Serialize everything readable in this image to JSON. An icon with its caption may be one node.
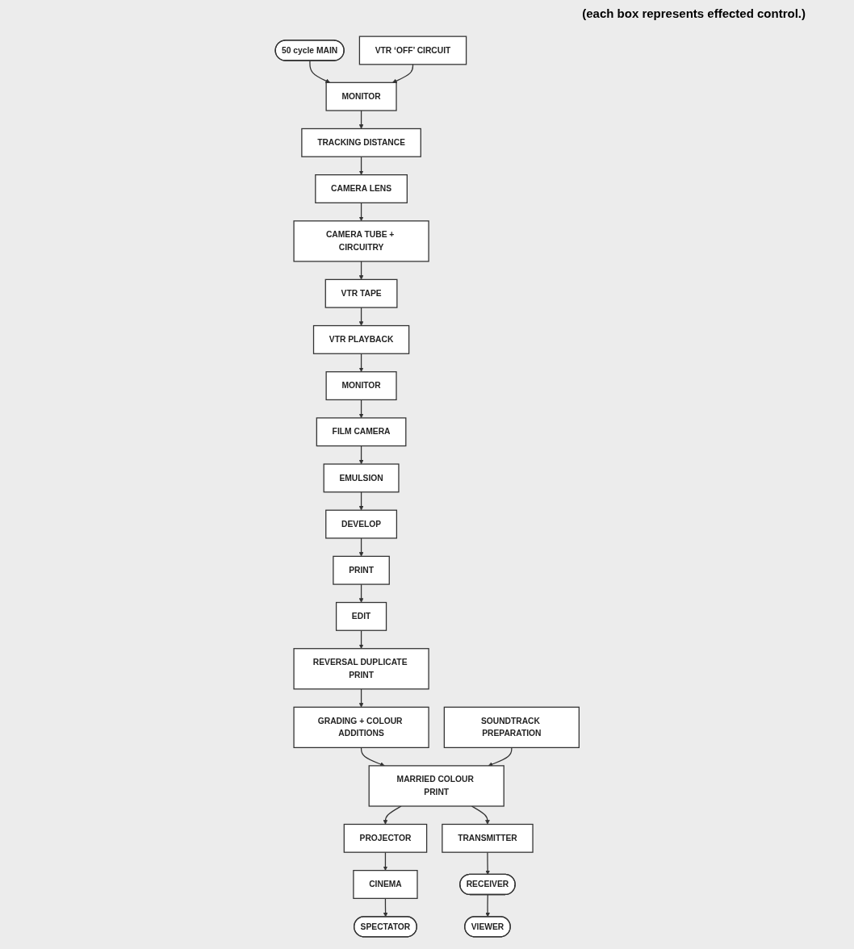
{
  "diagram": {
    "nodes": [
      {
        "text": [
          "50 cycle MAIN"
        ]
      },
      {
        "text": [
          "MONITOR"
        ]
      },
      {
        "text": [
          "TRACKING DISTANCE"
        ]
      },
      {
        "text": [
          "CAMERA LENS"
        ]
      },
      {
        "text": [
          "VTR ‘OFF’ CIRCUIT"
        ]
      },
      {
        "text": [
          "CAMERA TUBE + CIRCUITRY"
        ]
      },
      {
        "text": [
          "VIEWER"
        ]
      },
      {
        "text": [
          "SPECTATOR"
        ]
      },
      {
        "text": [
          "VTR TAPE"
        ]
      },
      {
        "text": [
          "RECEIVER"
        ]
      },
      {
        "text": [
          "VTR PLAYBACK"
        ]
      },
      {
        "text": [
          "CINEMA"
        ]
      },
      {
        "text": [
          "PROJECTOR"
        ]
      },
      {
        "text": [
          "TRANSMITTER"
        ]
      },
      {
        "text": [
          "MONITOR"
        ]
      },
      {
        "text": [
          "MARRIED COLOUR PRINT"
        ]
      },
      {
        "text": [
          "SOUNDTRACK PREPARATION"
        ]
      },
      {
        "text": [
          "FILM CAMERA"
        ]
      },
      {
        "text": [
          "GRADING + COLOUR ADDITIONS"
        ]
      },
      {
        "text": [
          "EMULSION"
        ]
      },
      {
        "text": [
          "REVERSAL DUPLICATE PRINT"
        ]
      },
      {
        "text": [
          "EDIT"
        ]
      },
      {
        "text": [
          "PRINT"
        ]
      },
      {
        "text": [
          "DEVELOP"
        ]
      }
    ],
    "edges": [
      {
        "from": 0,
        "to": 1,
        "arrow": "to"
      },
      {
        "from": 4,
        "to": 1,
        "arrow": "to"
      },
      {
        "from": 1,
        "to": 2,
        "arrow": "to"
      },
      {
        "from": 2,
        "to": 3,
        "arrow": "to"
      },
      {
        "from": 3,
        "to": 5,
        "arrow": "to"
      },
      {
        "from": 5,
        "to": 8,
        "arrow": "to"
      },
      {
        "from": 8,
        "to": 10,
        "arrow": "to"
      },
      {
        "from": 10,
        "to": 14,
        "arrow": "to"
      },
      {
        "from": 14,
        "to": 17,
        "arrow": "to"
      },
      {
        "from": 17,
        "to": 19,
        "arrow": "to"
      },
      {
        "from": 19,
        "to": 23,
        "arrow": "to"
      },
      {
        "from": 23,
        "to": 22,
        "arrow": "to"
      },
      {
        "from": 22,
        "to": 21,
        "arrow": "to"
      },
      {
        "from": 21,
        "to": 20,
        "arrow": "to"
      },
      {
        "from": 20,
        "to": 18,
        "arrow": "to"
      },
      {
        "from": 18,
        "to": 15,
        "arrow": "to"
      },
      {
        "from": 16,
        "to": 15,
        "arrow": "to"
      },
      {
        "from": 15,
        "to": 12,
        "arrow": "to"
      },
      {
        "from": 15,
        "to": 13,
        "arrow": "to"
      },
      {
        "from": 12,
        "to": 11,
        "arrow": "to"
      },
      {
        "from": 11,
        "to": 7,
        "arrow": "to"
      },
      {
        "from": 13,
        "to": 9,
        "arrow": "to"
      },
      {
        "from": 9,
        "to": 6,
        "arrow": "to"
      }
    ],
    "labels": [
      "(each box represents effected control.)"
    ]
  }
}
